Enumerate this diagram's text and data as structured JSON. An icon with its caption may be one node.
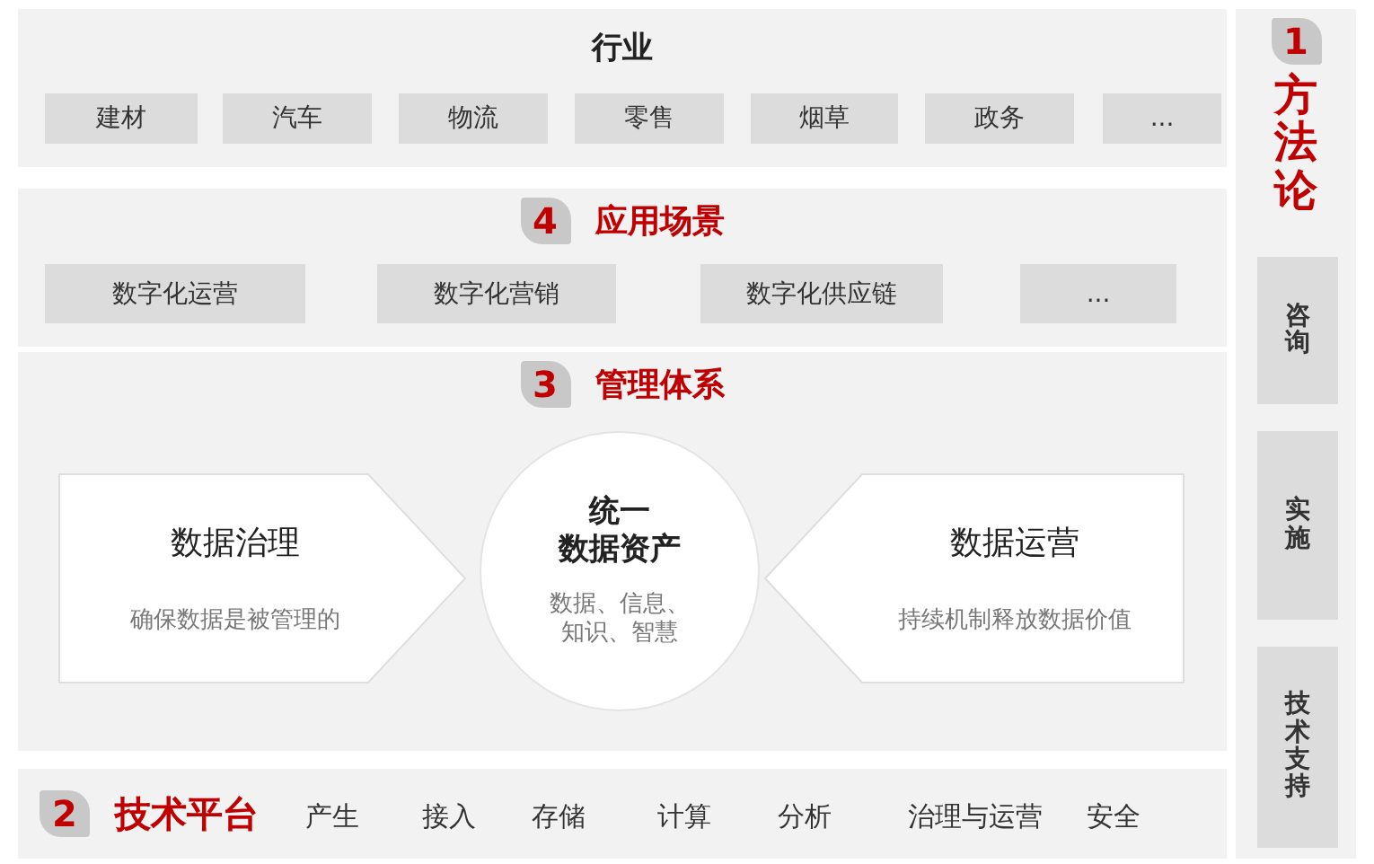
{
  "diagram": {
    "nodes": [
      {
        "text": [
          "行业"
        ]
      },
      {
        "text": [
          "建材"
        ],
        "in": 0
      },
      {
        "text": [
          "汽车"
        ],
        "in": 0
      },
      {
        "text": [
          "物流"
        ],
        "in": 0
      },
      {
        "text": [
          "零售"
        ],
        "in": 0
      },
      {
        "text": [
          "烟草"
        ],
        "in": 0
      },
      {
        "text": [
          "政务"
        ],
        "in": 0
      },
      {
        "text": [
          "..."
        ],
        "in": 0
      },
      {
        "text": [
          "4",
          "应用场景"
        ]
      },
      {
        "text": [
          "数字化运营"
        ],
        "in": 8
      },
      {
        "text": [
          "数字化营销"
        ],
        "in": 8
      },
      {
        "text": [
          "数字化供应链"
        ],
        "in": 8
      },
      {
        "text": [
          "..."
        ],
        "in": 8
      },
      {
        "text": [
          "3",
          "管理体系"
        ]
      },
      {
        "text": [
          "数据治理",
          "确保数据是被管理的"
        ],
        "in": 13
      },
      {
        "text": [
          "统一",
          "数据资产",
          "数据、信息、知识、智慧"
        ],
        "in": 13
      },
      {
        "text": [
          "数据运营",
          "持续机制释放数据价值"
        ],
        "in": 13
      },
      {
        "text": [
          "2",
          "技术平台"
        ]
      },
      {
        "text": [
          "1",
          "方法论"
        ]
      },
      {
        "text": [
          "咨询"
        ],
        "in": 18
      },
      {
        "text": [
          "实施"
        ],
        "in": 18
      },
      {
        "text": [
          "技术支持"
        ],
        "in": 18
      }
    ],
    "labels": [
      "产生",
      "接入",
      "存储",
      "计算",
      "分析",
      "治理与运营",
      "安全"
    ]
  }
}
